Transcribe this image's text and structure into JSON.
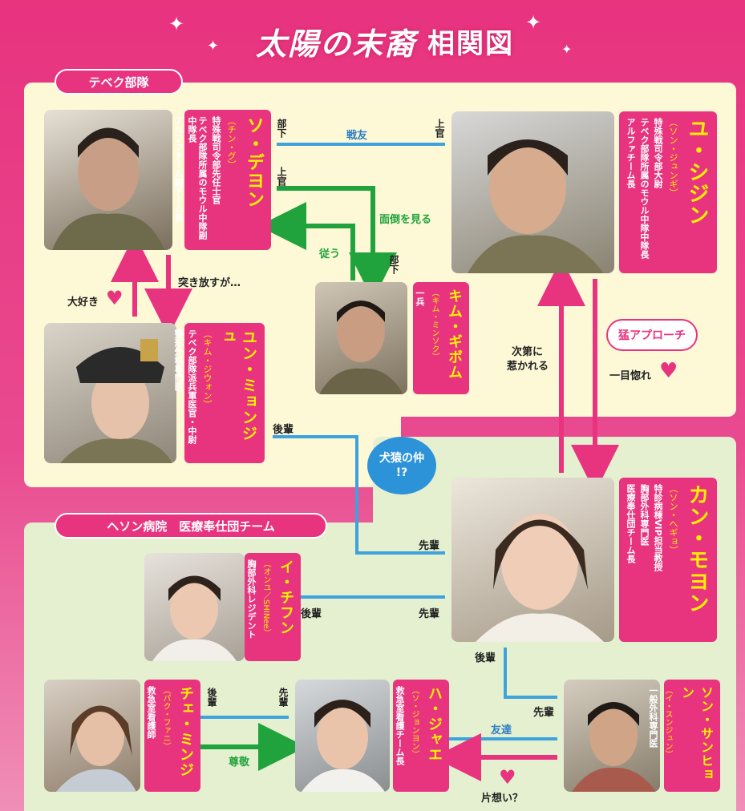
{
  "title": {
    "main": "太陽の末裔",
    "sub": "相関図"
  },
  "groups": {
    "tebek": "テベク部隊",
    "haesong": "ヘソン病院　医療奉仕団チーム"
  },
  "people": {
    "so": {
      "name": "ソ・デヨン",
      "reading": "（チン・グ）",
      "role": [
        "特殊戦司令部先任士官",
        "テベク部隊所属のモウル中隊副中隊長",
        "アルファチーム副チーム長"
      ]
    },
    "yu": {
      "name": "ユ・シジン",
      "reading": "（ソン・ジュンギ）",
      "role": [
        "特殊戦司令部大尉",
        "テベク部隊所属のモウル中隊中隊長",
        "アルファチーム長"
      ]
    },
    "yun": {
      "name": "ユン・ミョンジュ",
      "reading": "（キム・ジウォン）",
      "role": [
        "テベク部隊派兵軍医官・中尉",
        "整形外科専門医"
      ]
    },
    "kim": {
      "name": "キム・ギボム",
      "reading": "（キム・ミンソク）",
      "role": [
        "一兵"
      ]
    },
    "kang": {
      "name": "カン・モヨン",
      "reading": "（ソン・ヘギョ）",
      "role": [
        "特診病棟VIP担当教授",
        "胸部外科専門医",
        "医療奉仕団チーム長"
      ]
    },
    "lee": {
      "name": "イ・チフン",
      "reading": "（オンユ／SHINee）",
      "role": [
        "胸部外科レジデント"
      ]
    },
    "choi": {
      "name": "チェ・ミンジ",
      "reading": "（パク・ファニ）",
      "role": [
        "救急室看護師"
      ]
    },
    "ha": {
      "name": "ハ・ジャエ",
      "reading": "（ソ・ジョンヨン）",
      "role": [
        "救急室看護チーム長"
      ]
    },
    "song": {
      "name": "ソン・サンヒョン",
      "reading": "（イ・スンジュン）",
      "role": [
        "一般外科専門医"
      ]
    }
  },
  "relations": {
    "senyu": "戦友",
    "buka1": "部下",
    "joukan1": "上官",
    "joukan2": "上官",
    "mendou": "面倒を見る",
    "shitagau": "従う",
    "buka2": "部下",
    "tsukihanasu": "突き放すが…",
    "daisuki": "大好き",
    "shidai_1": "次第に",
    "shidai_2": "惹かれる",
    "mou": "猛アプローチ",
    "hitome": "一目惚れ",
    "kouhai1": "後輩",
    "inusaru_1": "犬猿の仲",
    "inusaru_2": "!?",
    "senpai1": "先輩",
    "kouhai2": "後輩",
    "senpai2": "先輩",
    "kouhai3": "後輩",
    "senpai3": "先輩",
    "kouhai4": "後輩",
    "senpai4": "先輩",
    "sonkei": "尊敬",
    "tomodachi": "友達",
    "kataomoi": "片想い？"
  },
  "colors": {
    "pink": "#e8337f",
    "blue": "#2d7fc4",
    "green": "#20a33c",
    "yellow_panel": "#fdf8d6",
    "green_panel": "#e4f0cf"
  }
}
